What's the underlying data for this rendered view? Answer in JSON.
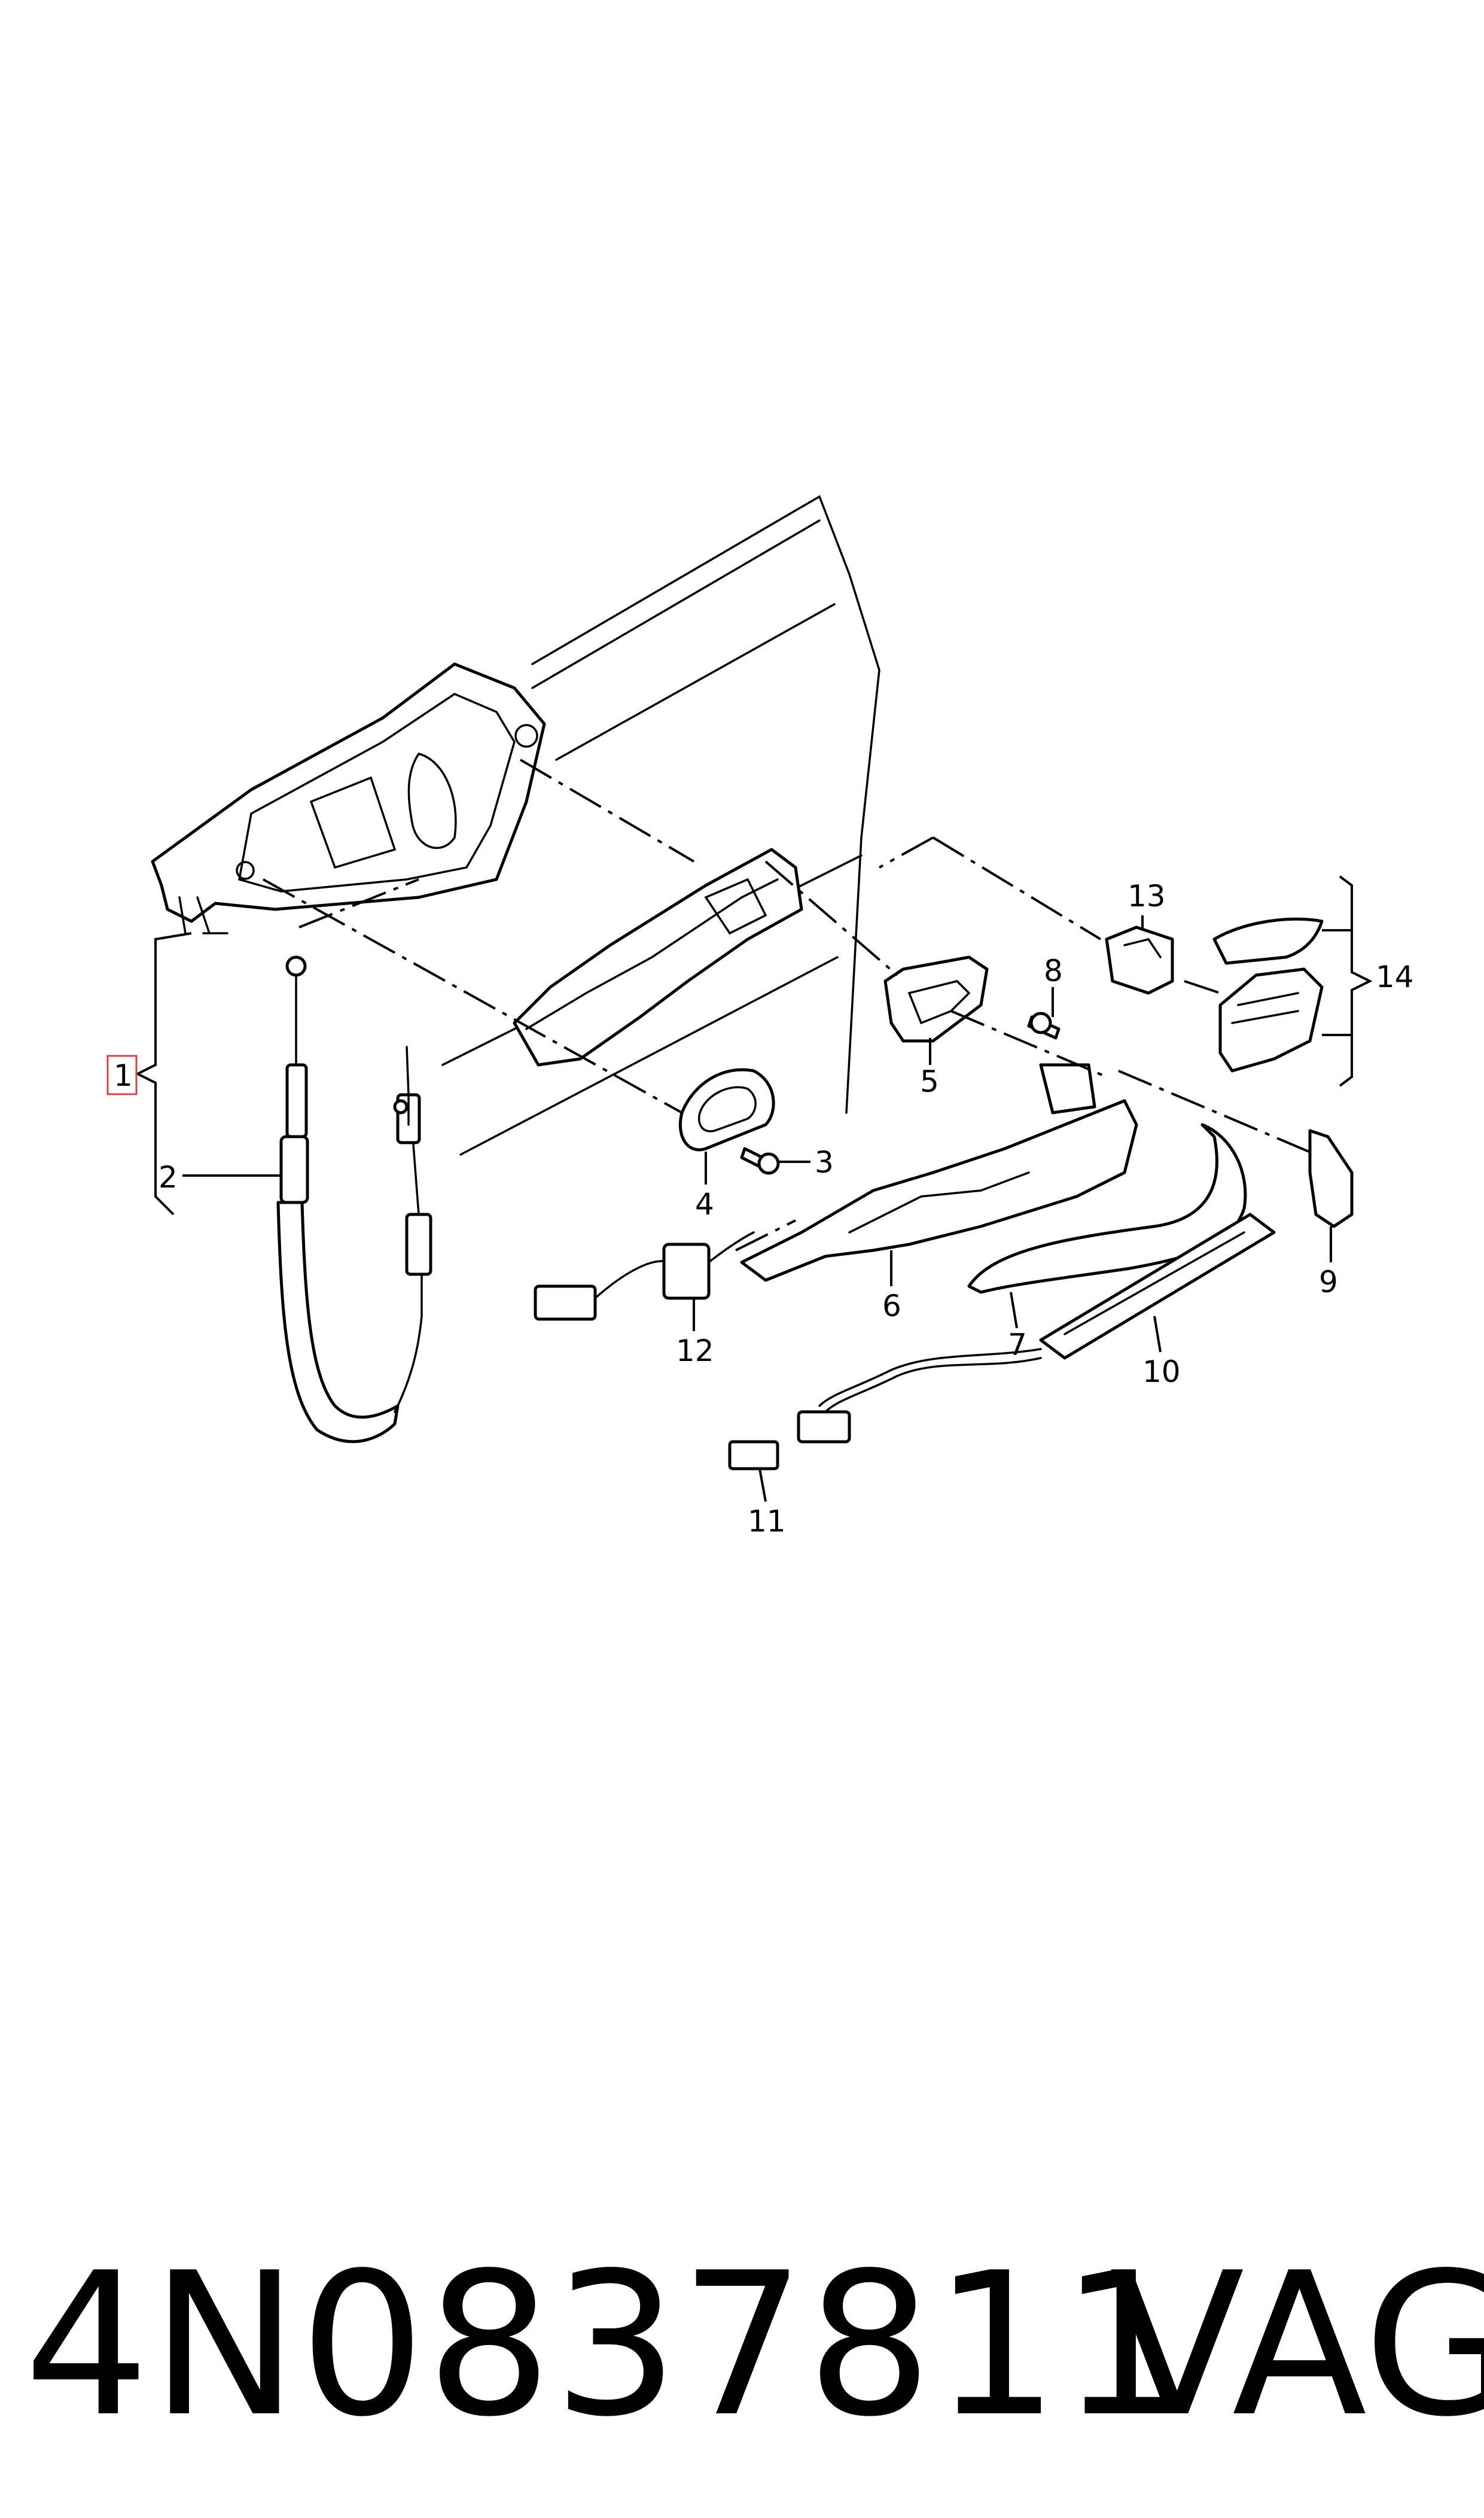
{
  "callouts": [
    {
      "id": "1",
      "label": "1"
    },
    {
      "id": "2",
      "label": "2"
    },
    {
      "id": "3",
      "label": "3"
    },
    {
      "id": "4",
      "label": "4"
    },
    {
      "id": "5",
      "label": "5"
    },
    {
      "id": "6",
      "label": "6"
    },
    {
      "id": "7",
      "label": "7"
    },
    {
      "id": "8",
      "label": "8"
    },
    {
      "id": "9",
      "label": "9"
    },
    {
      "id": "10",
      "label": "10"
    },
    {
      "id": "11",
      "label": "11"
    },
    {
      "id": "12",
      "label": "12"
    },
    {
      "id": "13",
      "label": "13"
    },
    {
      "id": "14",
      "label": "14"
    }
  ],
  "highlighted_callout": "1",
  "highlight_color": "#e03c4a",
  "footer": {
    "part_number": "4N0837811",
    "brand": "VAG"
  }
}
